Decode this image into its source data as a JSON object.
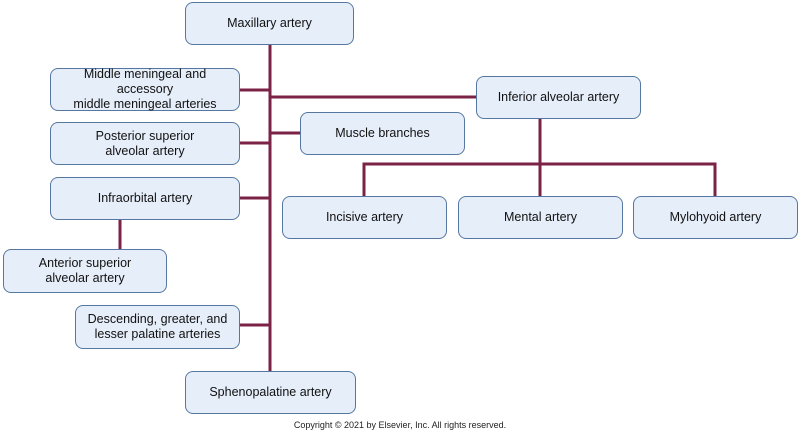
{
  "colors": {
    "connector": "#7b2346",
    "node_fill": "#e6eefa",
    "node_border": "#5677a0"
  },
  "nodes": {
    "maxillary": "Maxillary artery",
    "middle_meningeal": "Middle meningeal and accessory\nmiddle meningeal arteries",
    "posterior_superior": "Posterior superior\nalveolar artery",
    "infraorbital": "Infraorbital artery",
    "anterior_superior": "Anterior superior\nalveolar artery",
    "palatine": "Descending, greater, and\nlesser palatine arteries",
    "sphenopalatine": "Sphenopalatine artery",
    "muscle": "Muscle branches",
    "inferior_alveolar": "Inferior alveolar artery",
    "incisive": "Incisive artery",
    "mental": "Mental artery",
    "mylohyoid": "Mylohyoid artery"
  },
  "copyright": "Copyright © 2021 by Elsevier, Inc. All rights reserved."
}
